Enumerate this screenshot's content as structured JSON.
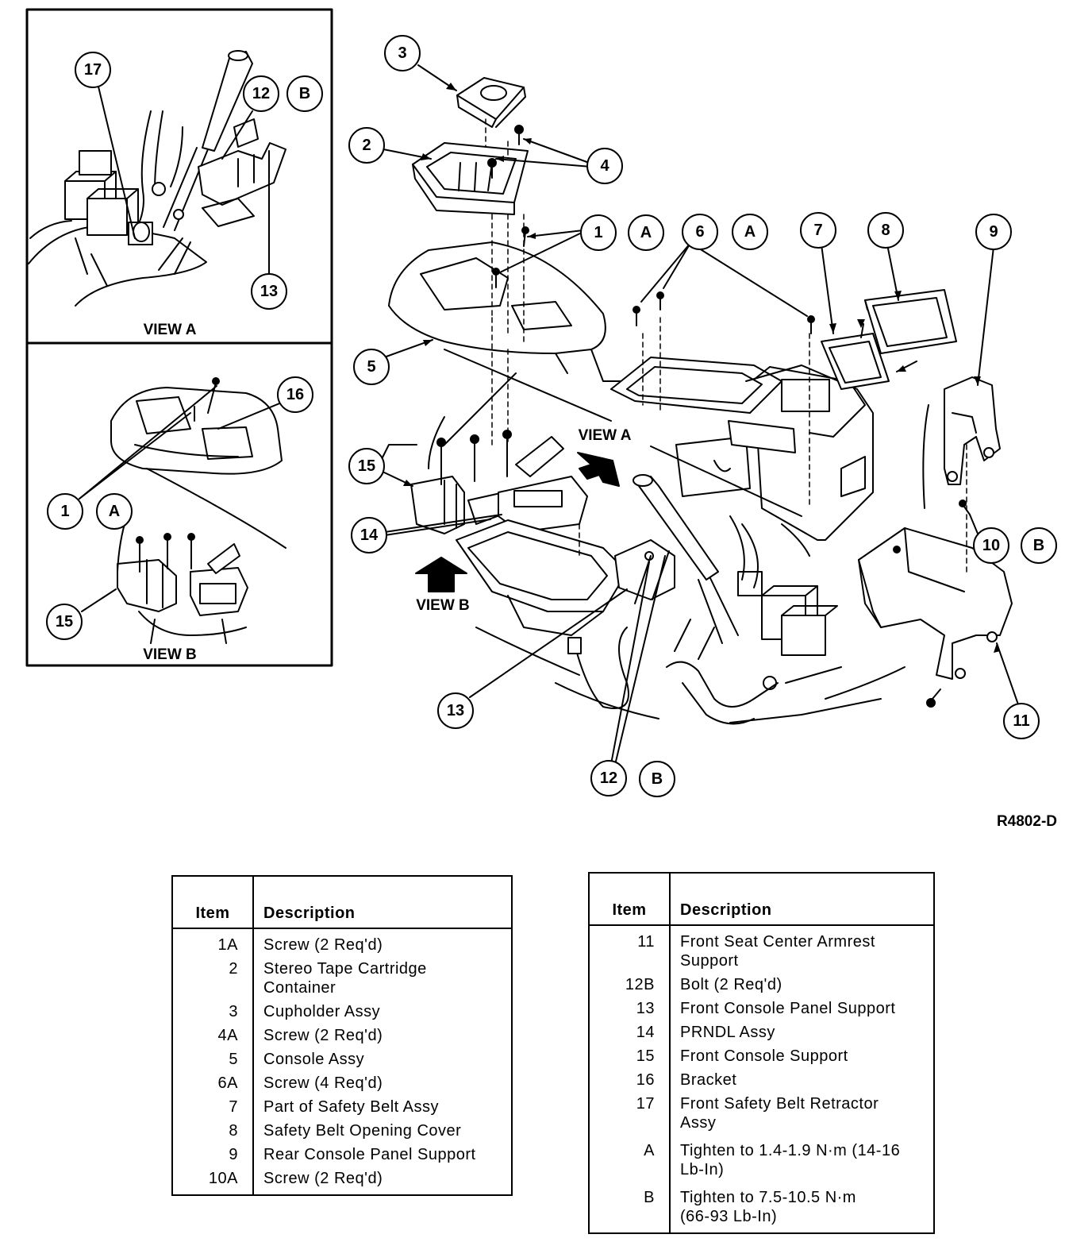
{
  "figure_code": "R4802-D",
  "views": {
    "view_a_label": "VIEW A",
    "view_b_label": "VIEW B",
    "main_view_a_label": "VIEW A",
    "main_view_b_label": "VIEW B"
  },
  "callouts": {
    "c1": "1",
    "c2": "2",
    "c3": "3",
    "c4": "4",
    "c5": "5",
    "c6": "6",
    "c7": "7",
    "c8": "8",
    "c9": "9",
    "c10": "10",
    "c11": "11",
    "c12": "12",
    "c13": "13",
    "c14": "14",
    "c15": "15",
    "c16": "16",
    "c17": "17",
    "tA": "A",
    "tB": "B"
  },
  "legend_left": {
    "header_item": "Item",
    "header_desc": "Description",
    "rows": [
      {
        "item": "1A",
        "desc": "Screw (2 Req'd)"
      },
      {
        "item": "2",
        "desc": "Stereo Tape Cartridge Container"
      },
      {
        "item": "3",
        "desc": "Cupholder Assy"
      },
      {
        "item": "4A",
        "desc": "Screw (2 Req'd)"
      },
      {
        "item": "5",
        "desc": "Console Assy"
      },
      {
        "item": "6A",
        "desc": "Screw (4 Req'd)"
      },
      {
        "item": "7",
        "desc": "Part of Safety Belt Assy"
      },
      {
        "item": "8",
        "desc": "Safety Belt Opening Cover"
      },
      {
        "item": "9",
        "desc": "Rear Console Panel Support"
      },
      {
        "item": "10A",
        "desc": "Screw (2 Req'd)"
      }
    ]
  },
  "legend_right": {
    "header_item": "Item",
    "header_desc": "Description",
    "rows": [
      {
        "item": "11",
        "desc": "Front Seat Center Armrest Support"
      },
      {
        "item": "12B",
        "desc": "Bolt (2 Req'd)"
      },
      {
        "item": "13",
        "desc": "Front Console Panel Support"
      },
      {
        "item": "14",
        "desc": "PRNDL Assy"
      },
      {
        "item": "15",
        "desc": "Front Console Support"
      },
      {
        "item": "16",
        "desc": "Bracket"
      },
      {
        "item": "17",
        "desc": "Front Safety Belt Retractor Assy"
      },
      {
        "item": "A",
        "desc": "Tighten to 1.4-1.9 N·m (14-16 Lb-In)"
      },
      {
        "item": "B",
        "desc": "Tighten to 7.5-10.5 N·m (66-93 Lb-In)"
      }
    ]
  }
}
